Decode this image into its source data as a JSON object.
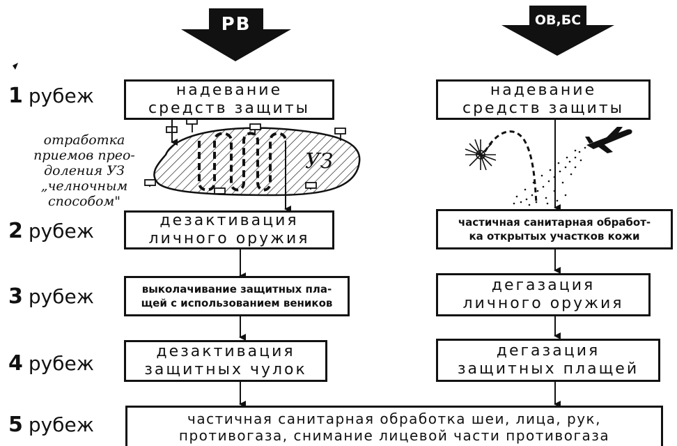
{
  "headers": {
    "left": "РВ",
    "right": "ОВ,БС"
  },
  "stages": [
    {
      "num": "1",
      "word": "рубеж"
    },
    {
      "num": "2",
      "word": "рубеж"
    },
    {
      "num": "3",
      "word": "рубеж"
    },
    {
      "num": "4",
      "word": "рубеж"
    },
    {
      "num": "5",
      "word": "рубеж"
    }
  ],
  "left_column": {
    "box1": [
      "надевание",
      "средств защиты"
    ],
    "box2": [
      "дезактивация",
      "личного оружия"
    ],
    "box3": [
      "выколачивание защитных пла-",
      "щей с использованием веников"
    ],
    "box4": [
      "дезактивация",
      "защитных чулок"
    ]
  },
  "right_column": {
    "box1": [
      "надевание",
      "средств защиты"
    ],
    "box2": [
      "частичная санитарная обработ-",
      "ка открытых участков кожи"
    ],
    "box3": [
      "дегазация",
      "личного оружия"
    ],
    "box4": [
      "дегазация",
      "защитных плащей"
    ]
  },
  "bottom_box": [
    "частичная санитарная обработка шеи, лица, рук,",
    "противогаза, снимание лицевой части противогаза"
  ],
  "zone_label": "УЗ",
  "note": [
    "отработка",
    "приемов прео-",
    "доления УЗ",
    "„челночным",
    "способом\""
  ]
}
